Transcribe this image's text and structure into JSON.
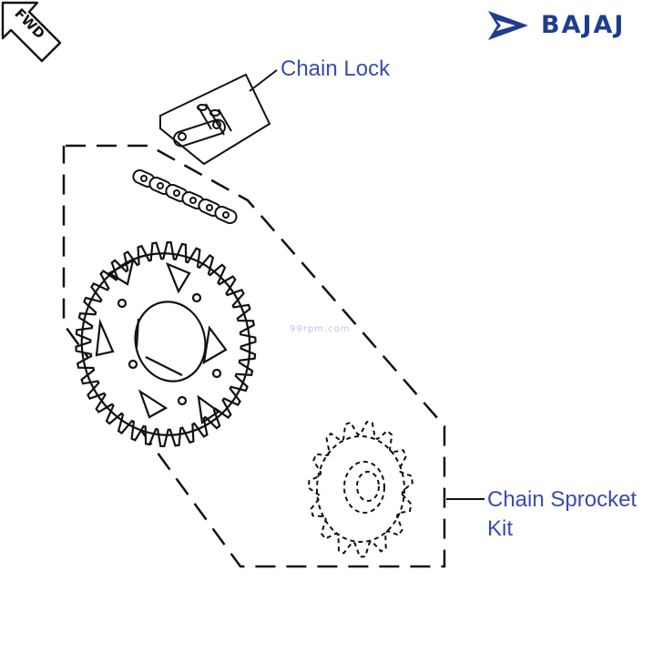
{
  "fwd_marker": {
    "text": "FWD",
    "icon": "fwd-arrow-icon"
  },
  "brand": {
    "name": "BAJAJ",
    "logo_icon": "bajaj-logo-icon",
    "color": "#1f3c8f"
  },
  "callouts": {
    "chain_lock": "Chain Lock",
    "chain_sprocket_kit_line1": "Chain Sprocket",
    "chain_sprocket_kit_line2": "Kit",
    "label_color": "#3a4bb0"
  },
  "watermark": "99rpm.com"
}
